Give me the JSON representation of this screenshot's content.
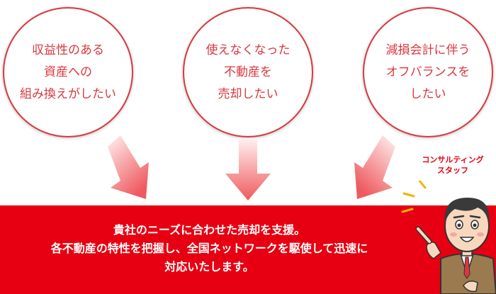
{
  "needs": [
    {
      "lines": [
        "収益性のある",
        "資産への",
        "組み換えがしたい"
      ]
    },
    {
      "lines": [
        "使えなくなった",
        "不動産を",
        "売却したい"
      ]
    },
    {
      "lines": [
        "減損会計に伴う",
        "オフバランスを",
        "したい"
      ]
    }
  ],
  "solution": {
    "lines": [
      "貴社のニーズに合わせた売却を支援。",
      "各不動産の特性を把握し、全国ネットワークを駆使して迅速に",
      "対応いたします。"
    ]
  },
  "staff": {
    "label_lines": [
      "コンサルティング",
      "スタッフ"
    ]
  },
  "colors": {
    "accent": "#e60012",
    "circle_border": "#d9383e",
    "arrow_light": "#fde3e3",
    "arrow_dark": "#ee5a5f"
  },
  "icons": {
    "arrow": "arrow-down-icon",
    "staff": "consultant-illustration-icon"
  }
}
